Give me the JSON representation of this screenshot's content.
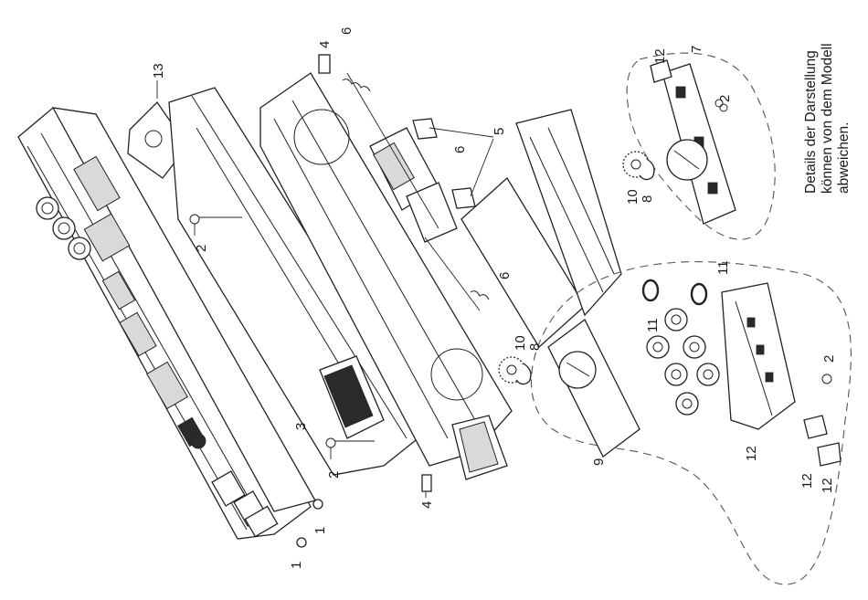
{
  "note": {
    "lines": [
      "Details der Darstellung",
      "können von dem Modell",
      "abweichen."
    ]
  },
  "callouts": {
    "c1a": "1",
    "c1b": "1",
    "c2a": "2",
    "c2b": "2",
    "c2c": "2",
    "c2d": "2",
    "c3": "3",
    "c4a": "4",
    "c4b": "4",
    "c5": "5",
    "c6a": "6",
    "c6b": "6",
    "c6c": "6",
    "c7": "7",
    "c8a": "8",
    "c8b": "8",
    "c9": "9",
    "c10a": "10",
    "c10b": "10",
    "c11a": "11",
    "c11b": "11",
    "c12a": "12",
    "c12b": "12",
    "c12c": "12",
    "c12d": "12",
    "c13": "13"
  }
}
